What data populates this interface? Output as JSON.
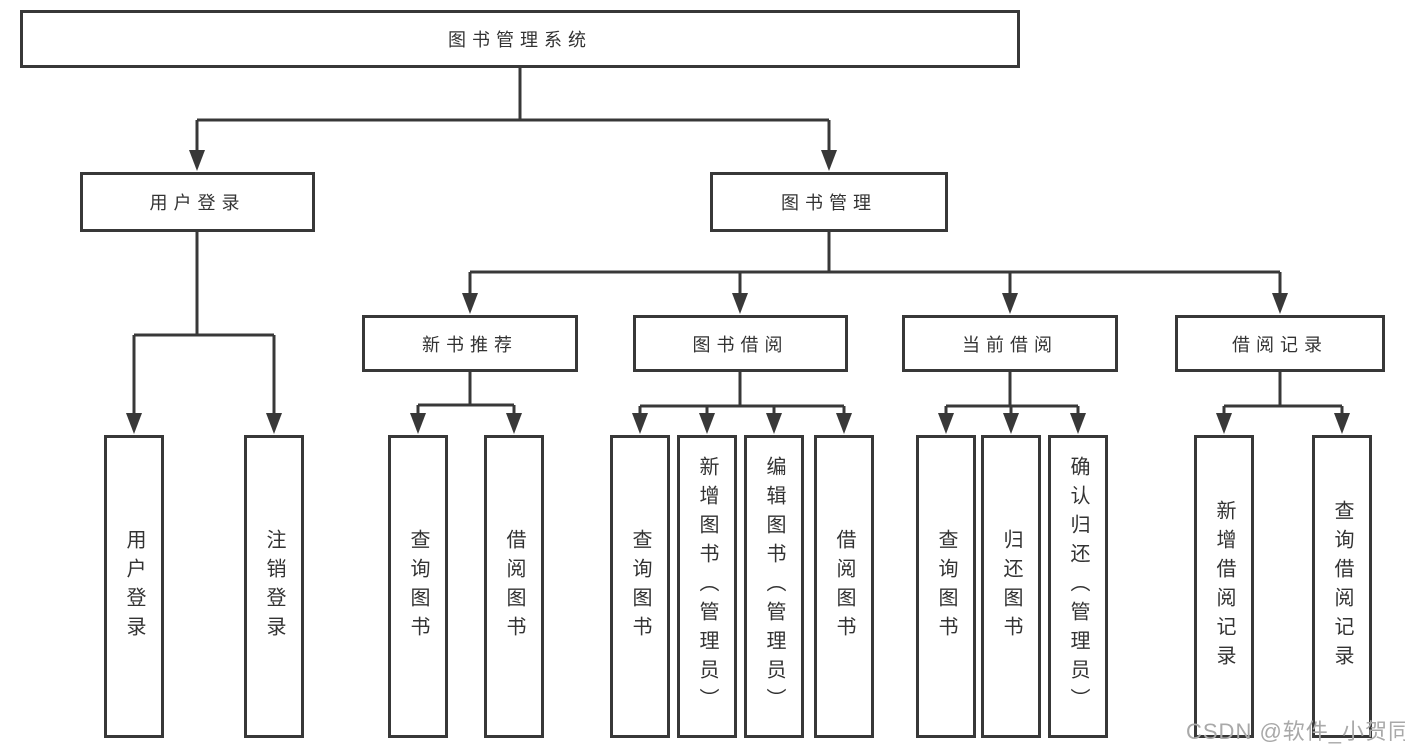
{
  "tree": {
    "root": {
      "label": "图书管理系统",
      "children": [
        {
          "label": "用户登录",
          "children": [
            {
              "label": "用户登录"
            },
            {
              "label": "注销登录"
            }
          ]
        },
        {
          "label": "图书管理",
          "children": [
            {
              "label": "新书推荐",
              "children": [
                {
                  "label": "查询图书"
                },
                {
                  "label": "借阅图书"
                }
              ]
            },
            {
              "label": "图书借阅",
              "children": [
                {
                  "label": "查询图书"
                },
                {
                  "label": "新增图书（管理员）"
                },
                {
                  "label": "编辑图书（管理员）"
                },
                {
                  "label": "借阅图书"
                }
              ]
            },
            {
              "label": "当前借阅",
              "children": [
                {
                  "label": "查询图书"
                },
                {
                  "label": "归还图书"
                },
                {
                  "label": "确认归还（管理员）"
                }
              ]
            },
            {
              "label": "借阅记录",
              "children": [
                {
                  "label": "新增借阅记录"
                },
                {
                  "label": "查询借阅记录"
                }
              ]
            }
          ]
        }
      ]
    }
  },
  "watermark": "CSDN @软件_小贺同学",
  "colors": {
    "line": "#383838",
    "text": "#333333",
    "background": "#ffffff",
    "watermark": "#a9a9a9"
  }
}
